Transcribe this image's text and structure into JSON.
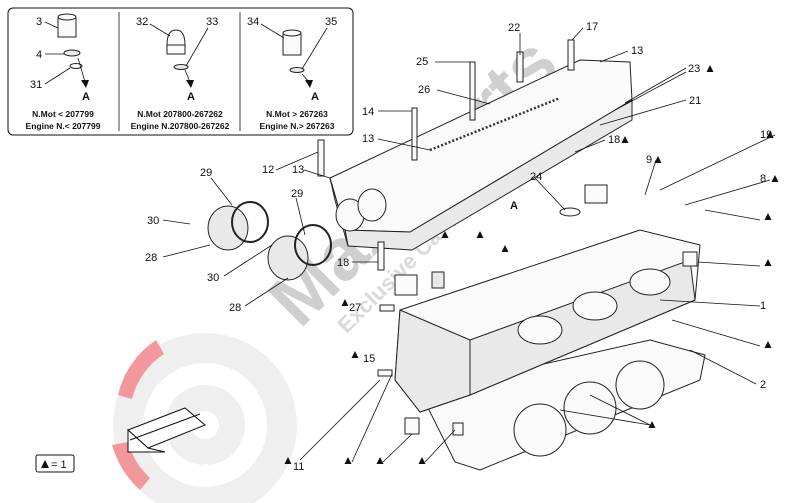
{
  "inset": {
    "panels": [
      {
        "labels": [
          "3",
          "4",
          "31"
        ],
        "arrow": "A",
        "line1": "N.Mot < 207799",
        "line2": "Engine N.< 207799"
      },
      {
        "labels": [
          "32",
          "33"
        ],
        "arrow": "A",
        "line1": "N.Mot 207800-267262",
        "line2": "Engine N.207800-267262"
      },
      {
        "labels": [
          "34",
          "35"
        ],
        "arrow": "A",
        "line1": "N.Mot > 267263",
        "line2": "Engine N.> 267263"
      }
    ]
  },
  "callouts": {
    "c22": "22",
    "c17": "17",
    "c13a": "13",
    "c25": "25",
    "c23": "23",
    "c26": "26",
    "c21": "21",
    "c14": "14",
    "c13b": "13",
    "c18a": "18",
    "c19": "19",
    "c12": "12",
    "c13c": "13",
    "c9": "9",
    "c8": "8",
    "c24": "24",
    "cA": "A",
    "c29a": "29",
    "c29b": "29",
    "c30a": "30",
    "c30b": "30",
    "c28a": "28",
    "c28b": "28",
    "c18b": "18",
    "c27": "27",
    "c15": "15",
    "c1": "1",
    "c2": "2",
    "c11": "11"
  },
  "legend": {
    "value": "= 1"
  },
  "watermark": {
    "brand": "Maxsports",
    "tagline": "Exclusive Car Parts Specialist"
  },
  "colors": {
    "accent": "#e8323c",
    "watermark": "#cfcfcf"
  },
  "icons": [
    "triangle-marker-icon",
    "arrow-a-icon",
    "folder-arrow-icon",
    "brake-disc-logo-icon"
  ]
}
